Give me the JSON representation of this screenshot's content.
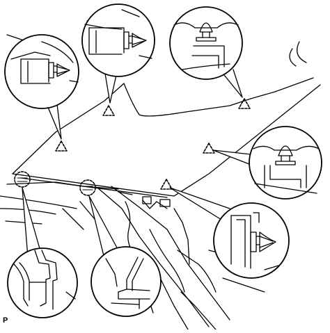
{
  "figure": {
    "corner_label": "P",
    "colors": {
      "ink": "#000000",
      "paper": "#ffffff",
      "hidden_line": "#999999"
    },
    "marker_shapes": [
      "dashed-triangle",
      "dashed-circle"
    ],
    "callouts": [
      "claw-clip-detail",
      "claw-clip-detail",
      "claw-clip-detail",
      "claw-clip-detail",
      "claw-clip-detail",
      "hook-clip-detail",
      "hook-clip-detail"
    ]
  }
}
